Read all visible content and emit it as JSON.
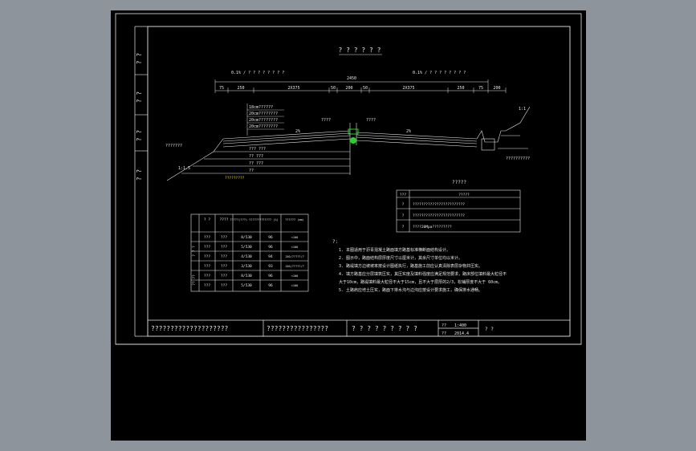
{
  "drawing": {
    "main_title": "? ? ? ? ? ?",
    "left_grade_label": "0.1% / ? ? ? ? ? ? ? ?",
    "right_grade_label": "0.1% / ? ? ? ? ? ? ? ?",
    "dim_top_total": "2450",
    "dim_segments": [
      "75",
      "250",
      "2X375",
      "50",
      "200",
      "50",
      "2X375",
      "250",
      "75",
      "200"
    ],
    "layer_labels": [
      "18cm??????",
      "20cm????????",
      "20cm????????",
      "20cm????????",
      "?????????"
    ],
    "pavement_labels_left": [
      "2%",
      "1:1.5",
      "1:1.5"
    ],
    "slope_left_label": "2%",
    "slope_right_label": "2%",
    "left_side_labels": [
      "???????",
      "1:1.5"
    ],
    "right_side_labels": [
      "1:1",
      "??????????"
    ],
    "median_labels": [
      "????",
      "????"
    ],
    "fill_labels": [
      "??? ???",
      "?? ???",
      "?? ???",
      "??"
    ],
    "notes_title": "?:",
    "notes": [
      "1. 本图适用于沥青混凝土路面填方路基标准横断面结构设计。",
      "2. 图示中，路面结构层厚度尺寸以厘米计，其余尺寸单位均以米计。",
      "3. 路堤填方边坡坡率按设计图纸执行，路基施工前应认真清除表层杂物并压实。",
      "4. 填方路基应分层填筑压实，其压实度及填料强度应满足规范要求，路床部位填料最大粒径不",
      "   大于10cm，路堤填料最大粒径不大于15cm，且不大于层厚的2/3，松铺厚度不大于 60cm。",
      "5. 土路肩应培土压实，路面下排水沟与边沟应按设计要求施工，确保排水通畅。"
    ],
    "small_table": {
      "title": "?????",
      "header": [
        "???",
        "?????"
      ],
      "rows": [
        [
          "?",
          "????????????????????????"
        ],
        [
          "?",
          "????????????????????????"
        ],
        [
          "?",
          "????20Mpa?????????"
        ]
      ]
    },
    "compaction_table": {
      "headers": [
        "? ?",
        "????",
        "?????(???) ????????",
        "????? (%)",
        "?????? (mm)"
      ],
      "group_labels": [
        "? ? ?",
        "?? ??"
      ],
      "rows": [
        [
          "???",
          "???",
          "8/530",
          "96",
          "<100"
        ],
        [
          "???",
          "???",
          "5/530",
          "96",
          "<100"
        ],
        [
          "???",
          "???",
          "4/530",
          "94",
          "150/?????/?"
        ],
        [
          "???",
          "???",
          "3/530",
          "93",
          "150/?????/?"
        ],
        [
          "???",
          "???",
          "8/530",
          "96",
          "<100"
        ],
        [
          "???",
          "???",
          "5/530",
          "96",
          "<100"
        ]
      ]
    },
    "title_block": {
      "project": "????????????????????",
      "unit": "????????????????",
      "drawing_name": "? ? ? ? ? ? ? ? ?",
      "scale_label": "??",
      "scale_value": "1:400",
      "date_label": "??",
      "date_value": "2014.4",
      "sheet_label": "? ?"
    },
    "left_strip_labels": [
      "? ?",
      "? ?",
      "? ?",
      "? ?"
    ]
  }
}
